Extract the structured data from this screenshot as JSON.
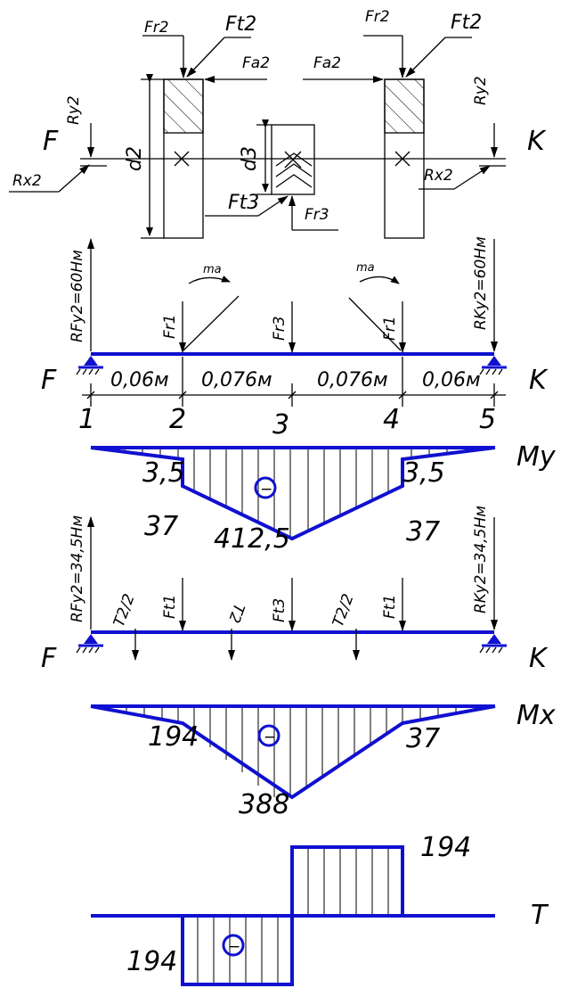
{
  "top": {
    "F": "F",
    "K": "K",
    "Fr2": "Fr2",
    "Ft2": "Ft2",
    "Fa2": "Fa2",
    "Ry2": "Ry2",
    "Rx2": "Rx2",
    "d2": "d2",
    "d3": "d3",
    "Ft3": "Ft3",
    "Fr3": "Fr3"
  },
  "vertical": {
    "RFy2": "RFy2=60Hм",
    "RKy2": "RKy2=60Hм",
    "Fr1": "Fr1",
    "Fr3": "Fr3",
    "ma": "ma",
    "F": "F",
    "K": "K",
    "spans": [
      "0,06м",
      "0,076м",
      "0,076м",
      "0,06м"
    ],
    "sections": [
      "1",
      "2",
      "3",
      "4",
      "5"
    ]
  },
  "My": {
    "title": "My",
    "sign": "−",
    "values": [
      "3,5",
      "3,5",
      "37",
      "412,5",
      "37"
    ]
  },
  "horizontal": {
    "RFy2": "RFy2=34,5Hм",
    "RKy2": "RKy2=34,5Hм",
    "T2_2": "T2/2",
    "Ft1": "Ft1",
    "T2": "T2",
    "Ft3": "Ft3",
    "F": "F",
    "K": "K"
  },
  "Mx": {
    "title": "Mx",
    "sign": "−",
    "values": [
      "194",
      "37",
      "388"
    ]
  },
  "T": {
    "title": "T",
    "sign": "−",
    "values": [
      "194",
      "194"
    ]
  }
}
